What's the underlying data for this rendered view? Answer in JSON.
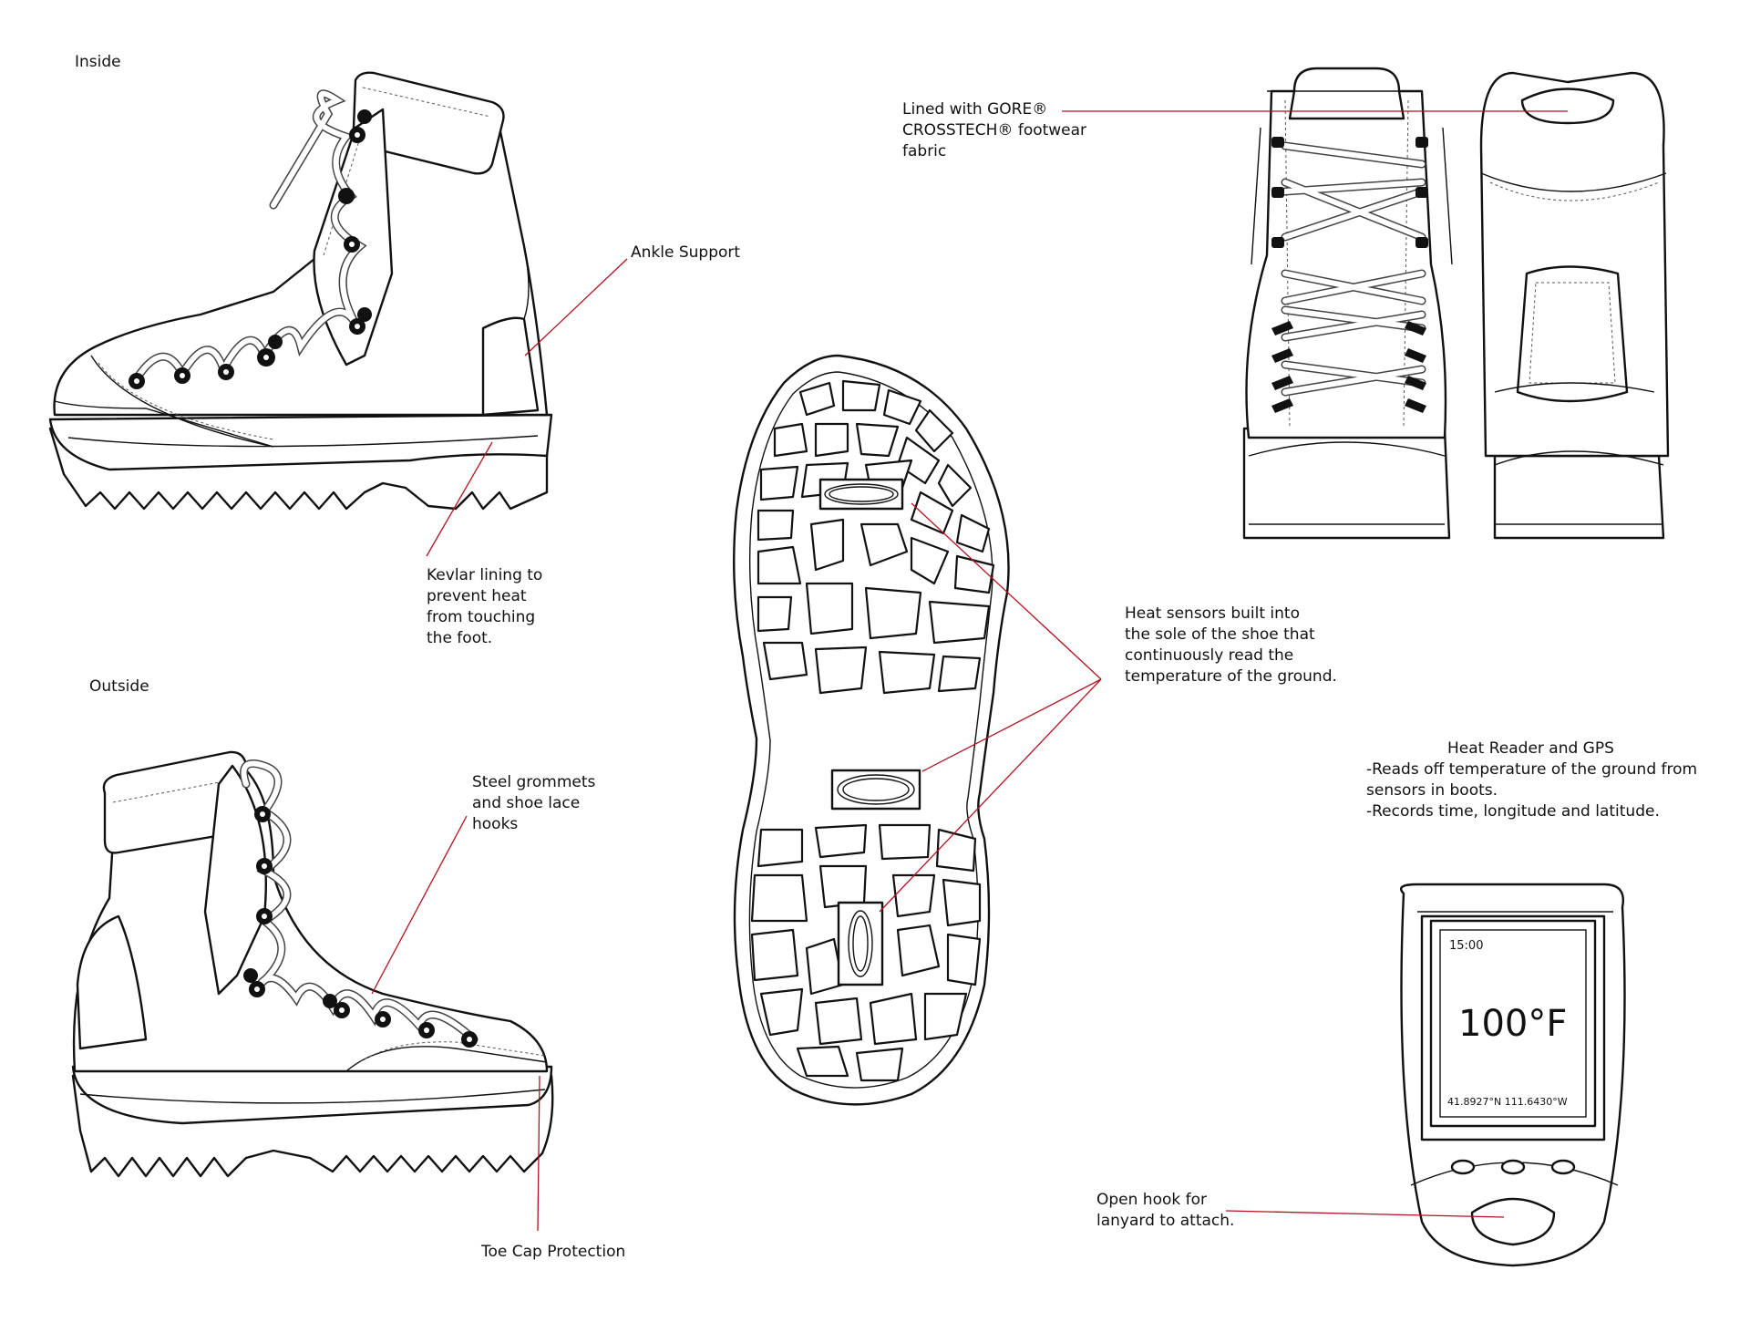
{
  "views": {
    "inside_title": "Inside",
    "outside_title": "Outside"
  },
  "callouts": {
    "ankle_support": "Ankle Support",
    "kevlar": "Kevlar lining to\nprevent heat\nfrom touching\nthe foot.",
    "steel_grommets": "Steel grommets\nand shoe lace\nhooks",
    "toe_cap": "Toe Cap Protection",
    "gore": " Lined with GORE®\nCROSSTECH® footwear\nfabric",
    "heat_sensors": "Heat sensors built into\nthe sole of the shoe that\ncontinuously read the\ntemperature of the ground.",
    "heat_reader_title": "Heat Reader and GPS",
    "heat_reader_desc": "-Reads off temperature of the ground from\nsensors in boots.\n-Records time, longitude and latitude.",
    "open_hook": "Open hook for\nlanyard to attach."
  },
  "device_screen": {
    "time": "15:00",
    "temperature": "100°F",
    "coordinates": "41.8927°N  111.6430°W"
  },
  "colors": {
    "leader_line": "#b3121f",
    "outline": "#111111"
  }
}
